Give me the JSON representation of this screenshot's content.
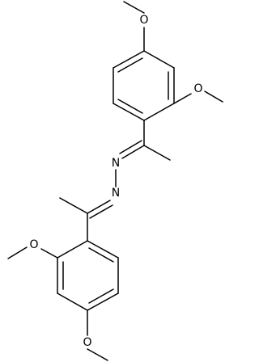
{
  "atom_labels": {
    "o_top": "O",
    "o_upper_ortho": "O",
    "n_upper": "N",
    "n_lower": "N",
    "o_lower_ortho": "O",
    "o_bottom": "O"
  },
  "colors": {
    "bond": "#000000",
    "label": "#000000",
    "background": "#ffffff"
  }
}
